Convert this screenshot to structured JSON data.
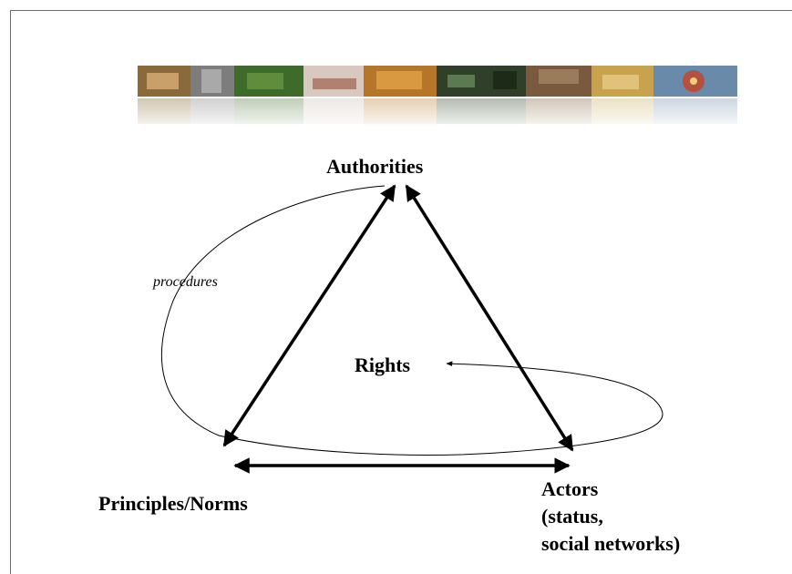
{
  "diagram": {
    "nodes": {
      "authorities": "Authorities",
      "rights": "Rights",
      "principles": "Principles/Norms",
      "actors_line1": "Actors",
      "actors_line2": "(status,",
      "actors_line3": "social networks)"
    },
    "edge_labels": {
      "procedures": "procedures"
    }
  },
  "colors": {
    "ink": "#000000",
    "frame": "#6b6b6b",
    "background": "#ffffff"
  }
}
